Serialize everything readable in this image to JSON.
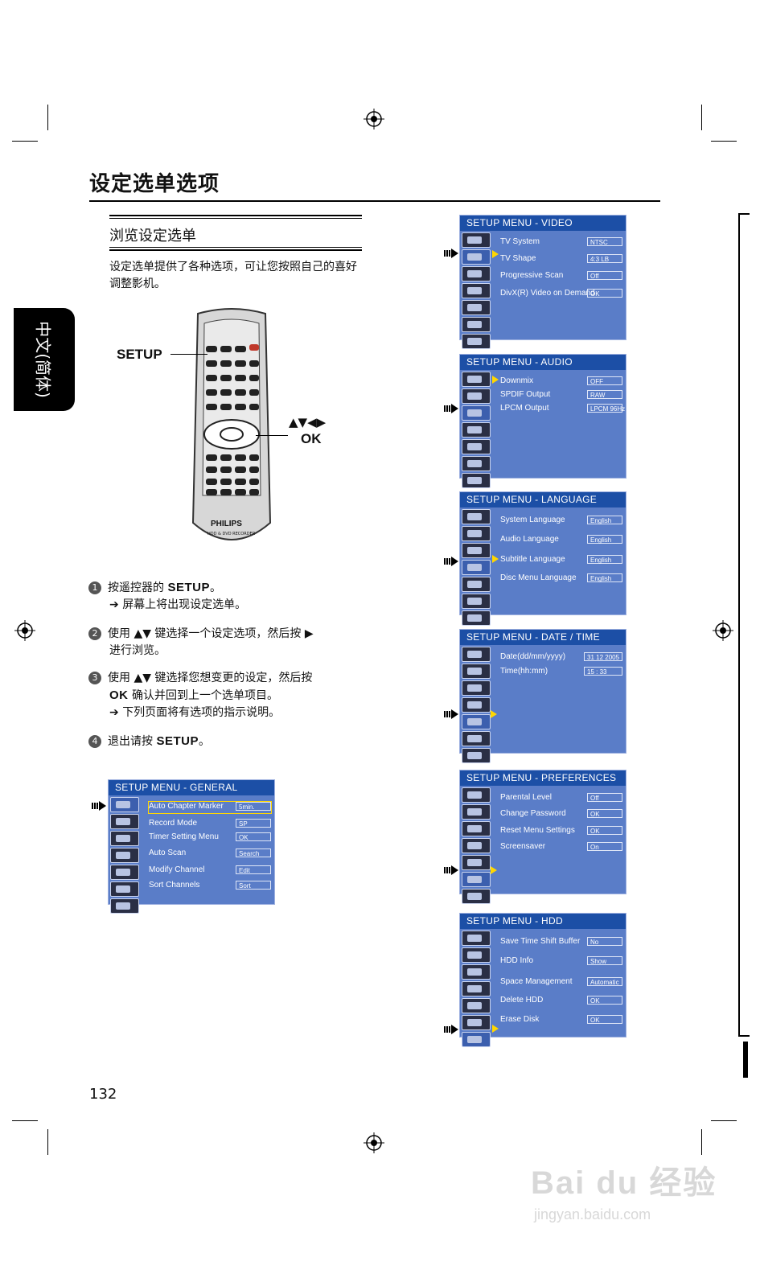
{
  "page_title": "设定选单选项",
  "section_title": "浏览设定选单",
  "intro_text": "设定选单提供了各种选项，可让您按照自己的喜好调整影机。",
  "side_tab": "中文(简体)",
  "remote": {
    "setup_label": "SETUP",
    "arrows_label": "▲▼◀▶",
    "ok_label": "OK",
    "brand": "PHILIPS",
    "model": "HDD & DVD RECORDER"
  },
  "steps": [
    {
      "num": "1",
      "text": "按遥控器的",
      "key": "SETUP",
      "tail": "。",
      "result": "屏幕上将出现设定选单。"
    },
    {
      "num": "2",
      "text": "使用 ▲▼ 键选择一个设定选项，然后按 ▶",
      "line2": "进行浏览。"
    },
    {
      "num": "3",
      "text": "使用 ▲▼ 键选择您想变更的设定，然后按",
      "key": "OK",
      "tail": "确认并回到上一个选单项目。",
      "result": "下列页面将有选项的指示说明。"
    },
    {
      "num": "4",
      "text": "退出请按",
      "key": "SETUP",
      "tail": "。"
    }
  ],
  "menus": [
    {
      "title": "SETUP MENU - GENERAL",
      "rows": [
        {
          "label": "Auto Chapter Marker",
          "value": "5min."
        },
        {
          "label": "Record Mode",
          "value": "SP"
        },
        {
          "label": "Timer Setting Menu",
          "value": "OK"
        },
        {
          "label": "Auto Scan",
          "value": "Search"
        },
        {
          "label": "Modify Channel",
          "value": "Edit"
        },
        {
          "label": "Sort Channels",
          "value": "Sort"
        }
      ]
    },
    {
      "title": "SETUP MENU - VIDEO",
      "rows": [
        {
          "label": "TV System",
          "value": "NTSC"
        },
        {
          "label": "TV Shape",
          "value": "4:3 LB"
        },
        {
          "label": "Progressive Scan",
          "value": "Off"
        },
        {
          "label": "DivX(R) Video on Demand",
          "value": "OK"
        }
      ]
    },
    {
      "title": "SETUP MENU - AUDIO",
      "rows": [
        {
          "label": "Downmix",
          "value": "OFF"
        },
        {
          "label": "SPDIF Output",
          "value": "RAW"
        },
        {
          "label": "LPCM Output",
          "value": "LPCM 96Hz"
        }
      ]
    },
    {
      "title": "SETUP MENU - LANGUAGE",
      "rows": [
        {
          "label": "System Language",
          "value": "English"
        },
        {
          "label": "Audio Language",
          "value": "English"
        },
        {
          "label": "Subtitle Language",
          "value": "English"
        },
        {
          "label": "Disc Menu Language",
          "value": "English"
        }
      ]
    },
    {
      "title": "SETUP MENU - DATE / TIME",
      "rows": [
        {
          "label": "Date(dd/mm/yyyy)",
          "value": "31 12 2005"
        },
        {
          "label": "Time(hh:mm)",
          "value": "15 : 33"
        }
      ]
    },
    {
      "title": "SETUP MENU - PREFERENCES",
      "rows": [
        {
          "label": "Parental Level",
          "value": "Off"
        },
        {
          "label": "Change Password",
          "value": "OK"
        },
        {
          "label": "Reset Menu Settings",
          "value": "OK"
        },
        {
          "label": "Screensaver",
          "value": "On"
        }
      ]
    },
    {
      "title": "SETUP MENU - HDD",
      "rows": [
        {
          "label": "Save Time Shift Buffer",
          "value": "No"
        },
        {
          "label": "HDD Info",
          "value": "Show"
        },
        {
          "label": "Space Management",
          "value": "Automatic"
        },
        {
          "label": "Delete HDD",
          "value": "OK"
        },
        {
          "label": "Erase Disk",
          "value": "OK"
        }
      ]
    }
  ],
  "page_number": "132",
  "watermark": {
    "main": "Bai du 经验",
    "url": "jingyan.baidu.com"
  }
}
